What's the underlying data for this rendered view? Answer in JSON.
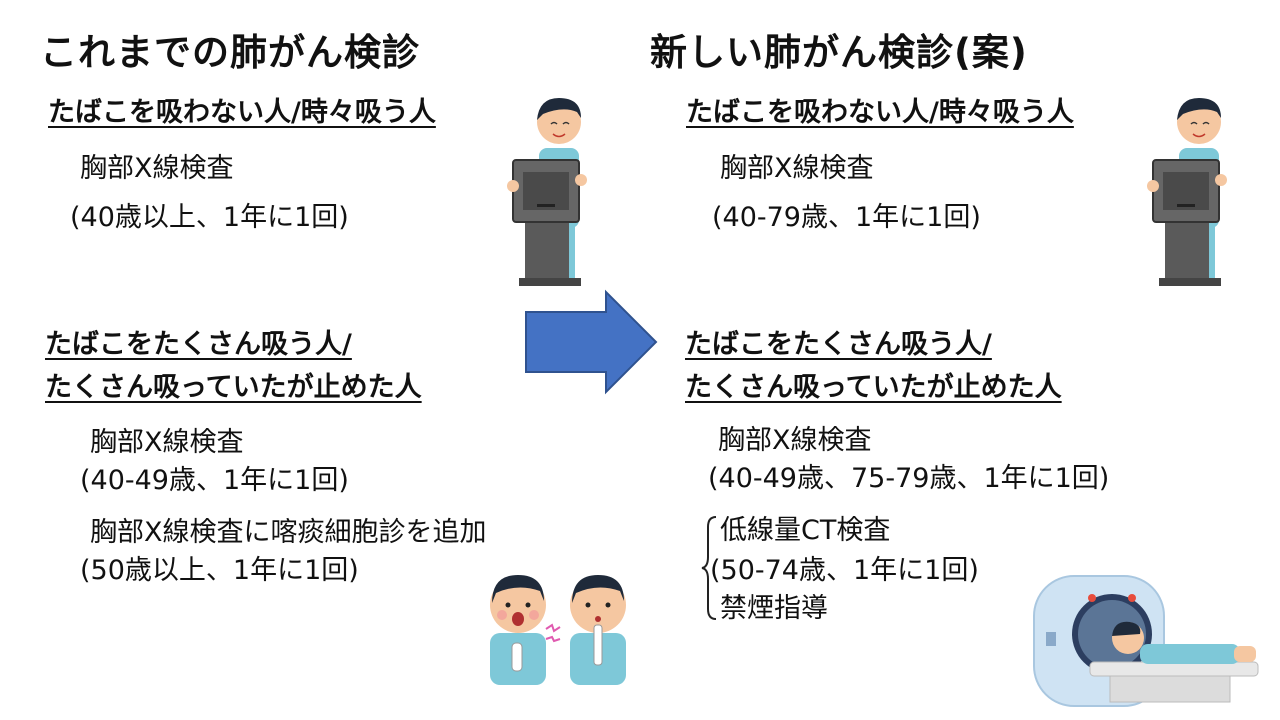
{
  "left": {
    "title": "これまでの肺がん検診",
    "group1": {
      "heading": "たばこを吸わない人/時々吸う人",
      "exam": "胸部X線検査",
      "detail": "(40歳以上、1年に1回)"
    },
    "group2": {
      "heading_line1": "たばこをたくさん吸う人/",
      "heading_line2": "たくさん吸っていたが止めた人",
      "exam1": "胸部X線検査",
      "detail1": "(40-49歳、1年に1回)",
      "exam2": "胸部X線検査に喀痰細胞診を追加",
      "detail2": "(50歳以上、1年に1回)"
    }
  },
  "right": {
    "title": "新しい肺がん検診(案)",
    "group1": {
      "heading": "たばこを吸わない人/時々吸う人",
      "exam": "胸部X線検査",
      "detail": "(40-79歳、1年に1回)"
    },
    "group2": {
      "heading_line1": "たばこをたくさん吸う人/",
      "heading_line2": "たくさん吸っていたが止めた人",
      "exam1": "胸部X線検査",
      "detail1": "(40-49歳、75-79歳、1年に1回)",
      "bracket_item1": "低線量CT検査",
      "bracket_item2": "(50-74歳、1年に1回)",
      "bracket_item3": "禁煙指導"
    }
  },
  "icons": {
    "arrow": "right-arrow-icon",
    "xray_person": "xray-technician-illustration",
    "sputum_people": "sputum-test-illustration",
    "ct_scanner": "ct-scanner-illustration"
  },
  "colors": {
    "arrow": "#4472c4",
    "arrow_border": "#2f528f",
    "skin": "#f5c7a1",
    "scrubs": "#7ec8d8",
    "machine": "#555555"
  }
}
